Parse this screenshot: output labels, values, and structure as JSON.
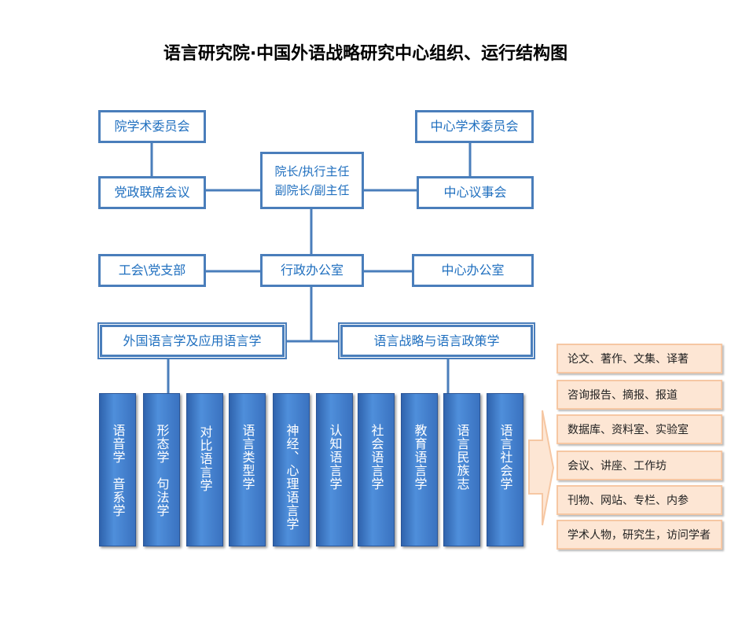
{
  "title": "语言研究院·中国外语战略研究中心组织、运行结构图",
  "nodes": {
    "academic_committee": "院学术委员会",
    "party_meeting": "党政联席会议",
    "leaders_line1": "院长/执行主任",
    "leaders_line2": "副院长/副主任",
    "center_committee": "中心学术委员会",
    "center_council": "中心议事会",
    "union": "工会\\党支部",
    "admin_office": "行政办公室",
    "center_office": "中心办公室",
    "dept_foreign": "外国语言学及应用语言学",
    "dept_strategy": "语言战略与语言政策学"
  },
  "columns": [
    "语音学　音系学",
    "形态学　句法学",
    "对比语言学",
    "语言类型学",
    "神经、心理语言学",
    "认知语言学",
    "社会语言学",
    "教育语言学",
    "语言民族志",
    "语言社会学"
  ],
  "outputs": [
    "论文、著作、文集、译著",
    "咨询报告、摘报、报道",
    "数据库、资料室、实验室",
    "会议、讲座、工作坊",
    "刊物、网站、专栏、内参",
    "学术人物，研究生，访问学者"
  ],
  "colors": {
    "line": "#4a7ebb",
    "text": "#1f6fbf",
    "column": "#3a72c0",
    "output_fill": "#fde6d4"
  }
}
